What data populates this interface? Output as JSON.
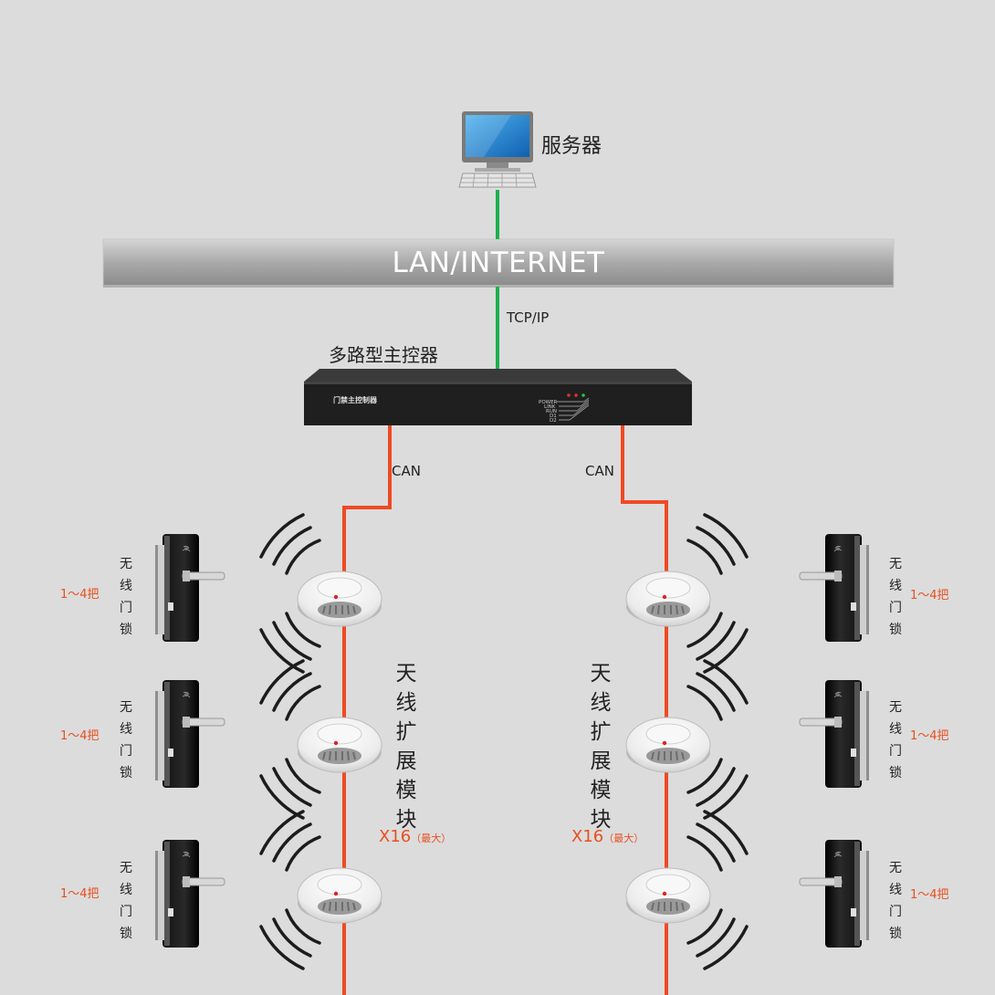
{
  "server": {
    "label": "服务器",
    "icon": "computer-icon"
  },
  "network": {
    "label": "LAN/INTERNET"
  },
  "uplink": {
    "protocol": "TCP/IP",
    "line_color": "#1db04b"
  },
  "controller": {
    "title": "多路型主控器",
    "face_label": "门禁主控制器",
    "indicators": [
      "POWER",
      "LINK",
      "RUN",
      "D1",
      "D2"
    ]
  },
  "buses": [
    {
      "protocol": "CAN",
      "line_color": "#ef4a23"
    },
    {
      "protocol": "CAN",
      "line_color": "#ef4a23"
    }
  ],
  "modules": {
    "left": {
      "label": "天线扩展模块",
      "count": "X16",
      "note": "（最大）"
    },
    "right": {
      "label": "天线扩展模块",
      "count": "X16",
      "note": "（最大）"
    }
  },
  "locks": {
    "left": [
      {
        "name": "无线门锁",
        "count": "1～4把"
      },
      {
        "name": "无线门锁",
        "count": "1～4把"
      },
      {
        "name": "无线门锁",
        "count": "1～4把"
      }
    ],
    "right": [
      {
        "name": "无线门锁",
        "count": "1～4把"
      },
      {
        "name": "无线门锁",
        "count": "1～4把"
      },
      {
        "name": "无线门锁",
        "count": "1～4把"
      }
    ]
  },
  "colors": {
    "background": "#dcdcdc",
    "accent": "#e8501e"
  }
}
